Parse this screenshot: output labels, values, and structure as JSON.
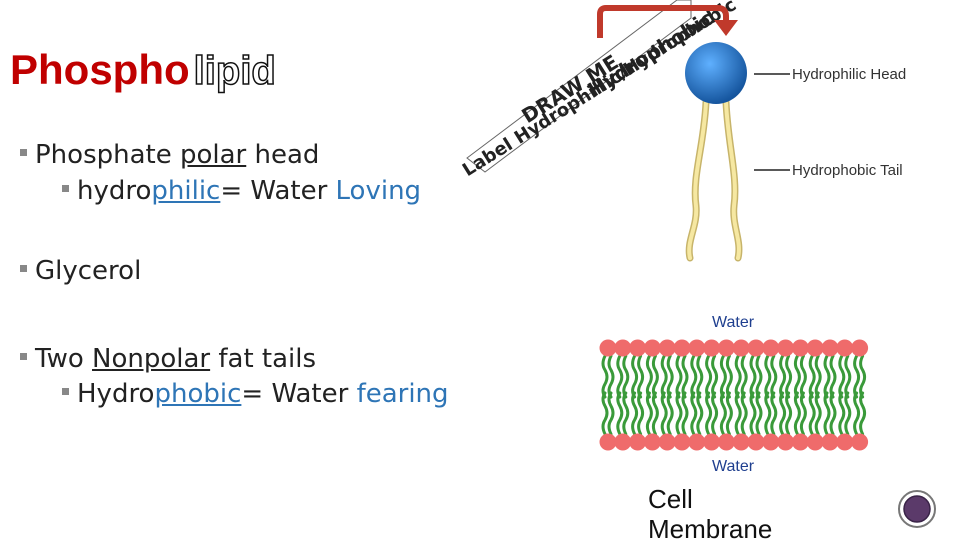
{
  "title": {
    "main": "Phospho",
    "outlined": "lipid"
  },
  "bullets": {
    "phosphate": {
      "pre": "Phosphate ",
      "underlined": "polar",
      "post": " head"
    },
    "hydrophilic": {
      "pre": "hydro",
      "underlined": "philic",
      "mid": "= Water ",
      "colored": "Loving"
    },
    "glycerol": "Glycerol",
    "tails": {
      "pre": "Two ",
      "underlined": "Nonpolar",
      "post": " fat tails"
    },
    "hydrophobic": {
      "pre": "Hydro",
      "underlined": "phobic",
      "mid": "= Water ",
      "colored": "fearing"
    }
  },
  "note": {
    "line1": "DRAW ME",
    "line2": "Hydrophobic",
    "line3": "Label Hydrophillic/Hydrophobic"
  },
  "diagram": {
    "head_label": "Hydrophilic Head",
    "tail_label": "Hydrophobic Tail",
    "water_top": "Water",
    "water_bottom": "Water",
    "cell_label_line1": "Cell",
    "cell_label_line2": "Membrane"
  },
  "colors": {
    "title": "#c00000",
    "accent": "#2e75b6",
    "head": "#1f6fc4",
    "tail": "#f2e08a",
    "membrane_head": "#ef6b6b",
    "membrane_tail": "#3a9a3a"
  }
}
